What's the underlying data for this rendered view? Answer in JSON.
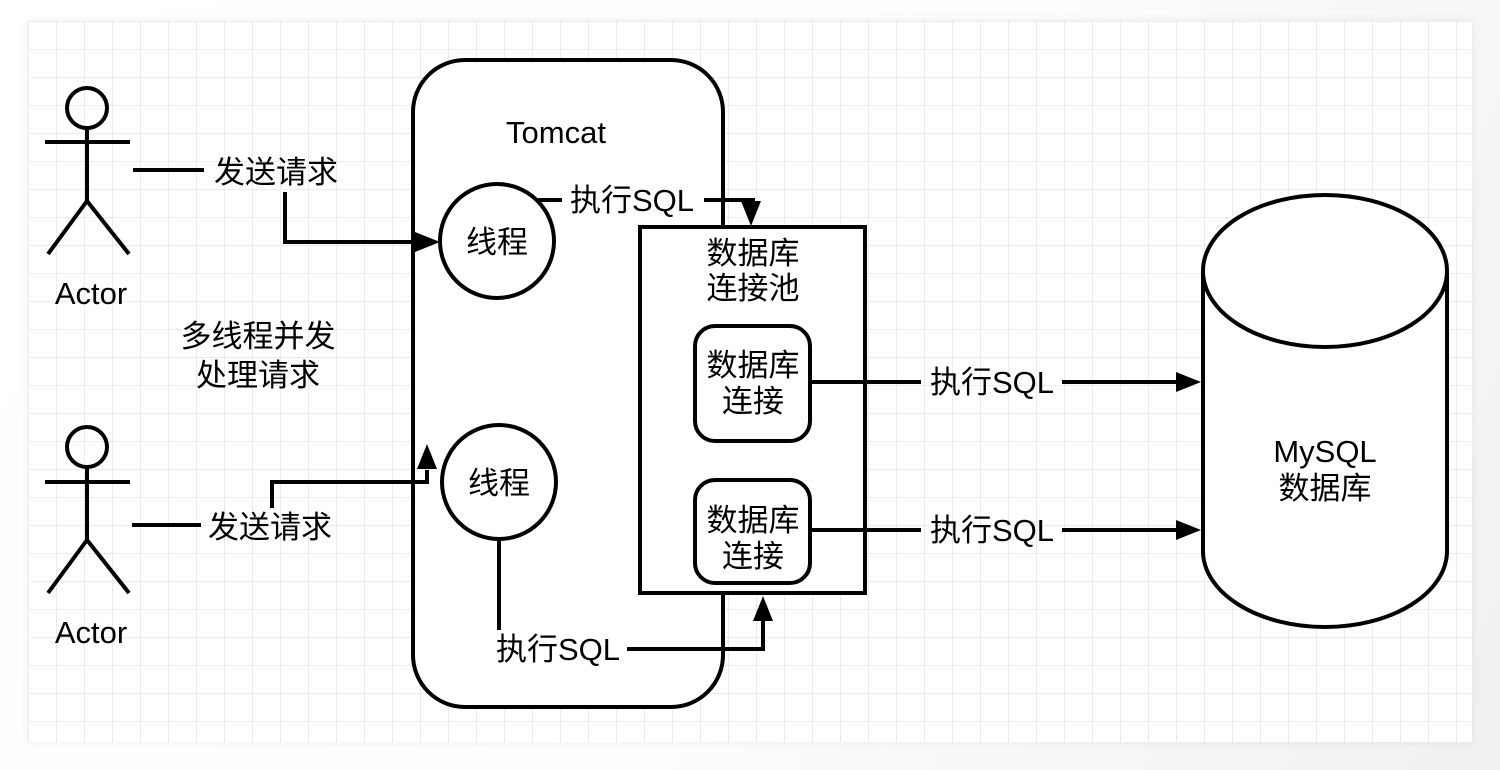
{
  "actors": {
    "top": {
      "label": "Actor"
    },
    "bottom": {
      "label": "Actor"
    }
  },
  "edges": {
    "send_request_top": "发送请求",
    "send_request_bottom": "发送请求",
    "exec_sql_thread_top": "执行SQL",
    "exec_sql_thread_bottom": "执行SQL",
    "exec_sql_conn_top": "执行SQL",
    "exec_sql_conn_bottom": "执行SQL"
  },
  "note": {
    "line1": "多线程并发",
    "line2": "处理请求"
  },
  "tomcat": {
    "title": "Tomcat",
    "thread_top": "线程",
    "thread_bottom": "线程"
  },
  "pool": {
    "title_line1": "数据库",
    "title_line2": "连接池",
    "conn_top_line1": "数据库",
    "conn_top_line2": "连接",
    "conn_bottom_line1": "数据库",
    "conn_bottom_line2": "连接"
  },
  "mysql": {
    "line1": "MySQL",
    "line2": "数据库"
  },
  "colors": {
    "stroke": "#000000",
    "grid": "#ebebeb",
    "canvas": "#ffffff",
    "page_bg": "#eef0f2"
  }
}
